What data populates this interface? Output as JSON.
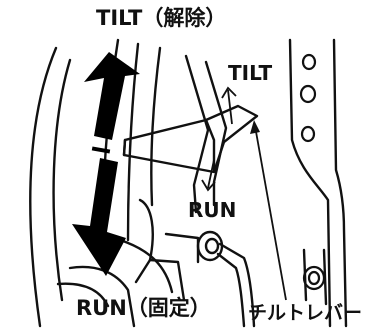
{
  "labels": {
    "tilt_release": "TILT（解除）",
    "tilt": "TILT",
    "run": "RUN",
    "run_locked": "RUN（固定）",
    "tilt_lever": "チルトレバー"
  },
  "colors": {
    "line": "#111111",
    "arrow_fill": "#000000",
    "background": "#ffffff"
  }
}
